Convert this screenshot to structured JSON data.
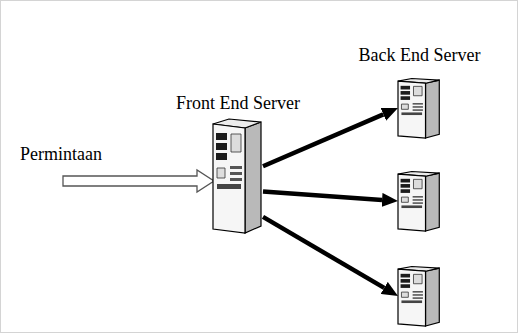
{
  "diagram": {
    "nodes": [
      {
        "text": [
          "Front End Server"
        ]
      },
      {
        "text": [
          "Back End Server"
        ]
      },
      {
        "text": []
      },
      {
        "text": []
      }
    ],
    "edges": [
      {
        "from": 0,
        "to": 1,
        "arrow": "to"
      },
      {
        "from": 0,
        "to": 2,
        "arrow": "to"
      },
      {
        "from": 0,
        "to": 3,
        "arrow": "to"
      }
    ],
    "labels": [
      "Permintaan"
    ]
  }
}
